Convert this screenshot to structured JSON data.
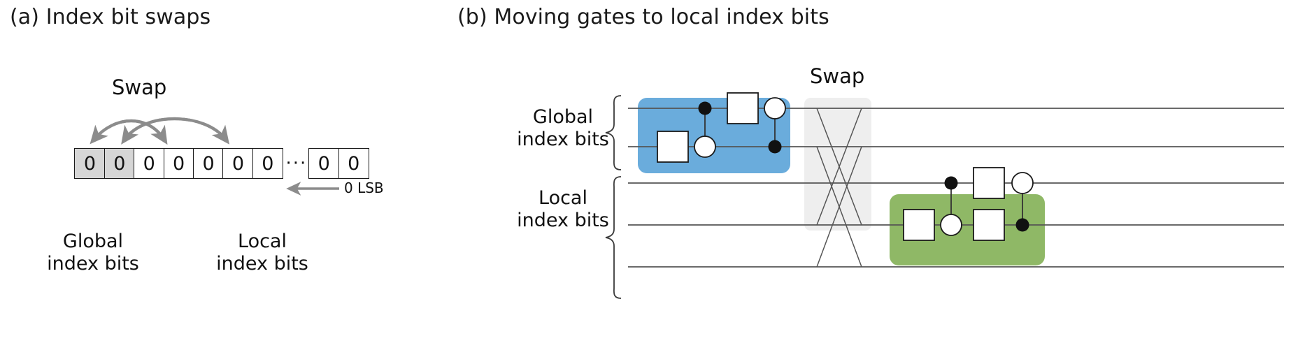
{
  "figure": {
    "background": "#ffffff",
    "panels": [
      {
        "tag": "(a)",
        "title": "(a) Index bit swaps"
      },
      {
        "tag": "(b)",
        "title": "(b) Moving gates to local index bits"
      }
    ]
  },
  "panel_a": {
    "title": "(a) Index bit swaps",
    "swap_label": "Swap",
    "bits": [
      {
        "value": "0",
        "shaded": true
      },
      {
        "value": "0",
        "shaded": true
      },
      {
        "value": "0",
        "shaded": false
      },
      {
        "value": "0",
        "shaded": false
      },
      {
        "value": "0",
        "shaded": false
      },
      {
        "value": "0",
        "shaded": false
      },
      {
        "value": "0",
        "shaded": false
      }
    ],
    "ellipsis": "···",
    "bits_tail": [
      {
        "value": "0",
        "shaded": false
      },
      {
        "value": "0",
        "shaded": false
      }
    ],
    "lsb_label": "0 LSB",
    "global_label_line1": "Global",
    "global_label_line2": "index bits",
    "local_label_line1": "Local",
    "local_label_line2": "index bits",
    "arrow_color": "#8c8c8c",
    "shade_color": "#d6d6d6",
    "arrows": [
      {
        "from_bit": 3,
        "to_bit": 1
      },
      {
        "from_bit": 5,
        "to_bit": 2
      }
    ]
  },
  "panel_b": {
    "title": "(b) Moving gates to local index bits",
    "swap_label": "Swap",
    "global_label_line1": "Global",
    "global_label_line2": "index bits",
    "local_label_line1": "Local",
    "local_label_line2": "index bits",
    "colors": {
      "global_block": "#6aacdc",
      "local_block": "#8fb866",
      "swap_block": "#eeeeee",
      "wire": "#555555",
      "gate_fill": "#ffffff",
      "gate_stroke": "#1a1a1a",
      "control_fill": "#111111"
    },
    "wires": [
      {
        "name": "global-wire-1",
        "group": "global"
      },
      {
        "name": "global-wire-2",
        "group": "global"
      },
      {
        "name": "local-wire-1",
        "group": "local"
      },
      {
        "name": "local-wire-2",
        "group": "local"
      },
      {
        "name": "local-wire-3",
        "group": "local"
      }
    ],
    "global_block_gates": [
      {
        "type": "box",
        "wire": "global-wire-2",
        "column": 1
      },
      {
        "type": "control-filled",
        "wire": "global-wire-1",
        "column": 2
      },
      {
        "type": "control-open",
        "wire": "global-wire-2",
        "column": 2
      },
      {
        "type": "box",
        "wire": "global-wire-1",
        "column": 3
      },
      {
        "type": "control-open",
        "wire": "global-wire-1",
        "column": 4
      },
      {
        "type": "control-filled",
        "wire": "global-wire-2",
        "column": 4
      }
    ],
    "local_block_gates": [
      {
        "type": "box",
        "wire": "local-wire-2",
        "column": 1
      },
      {
        "type": "control-filled",
        "wire": "local-wire-1",
        "column": 2
      },
      {
        "type": "control-open",
        "wire": "local-wire-2",
        "column": 2
      },
      {
        "type": "box",
        "wire": "local-wire-1",
        "column": 3
      },
      {
        "type": "box",
        "wire": "local-wire-2",
        "column": 3
      },
      {
        "type": "control-open",
        "wire": "local-wire-1",
        "column": 4
      },
      {
        "type": "control-filled",
        "wire": "local-wire-2",
        "column": 4
      }
    ]
  }
}
